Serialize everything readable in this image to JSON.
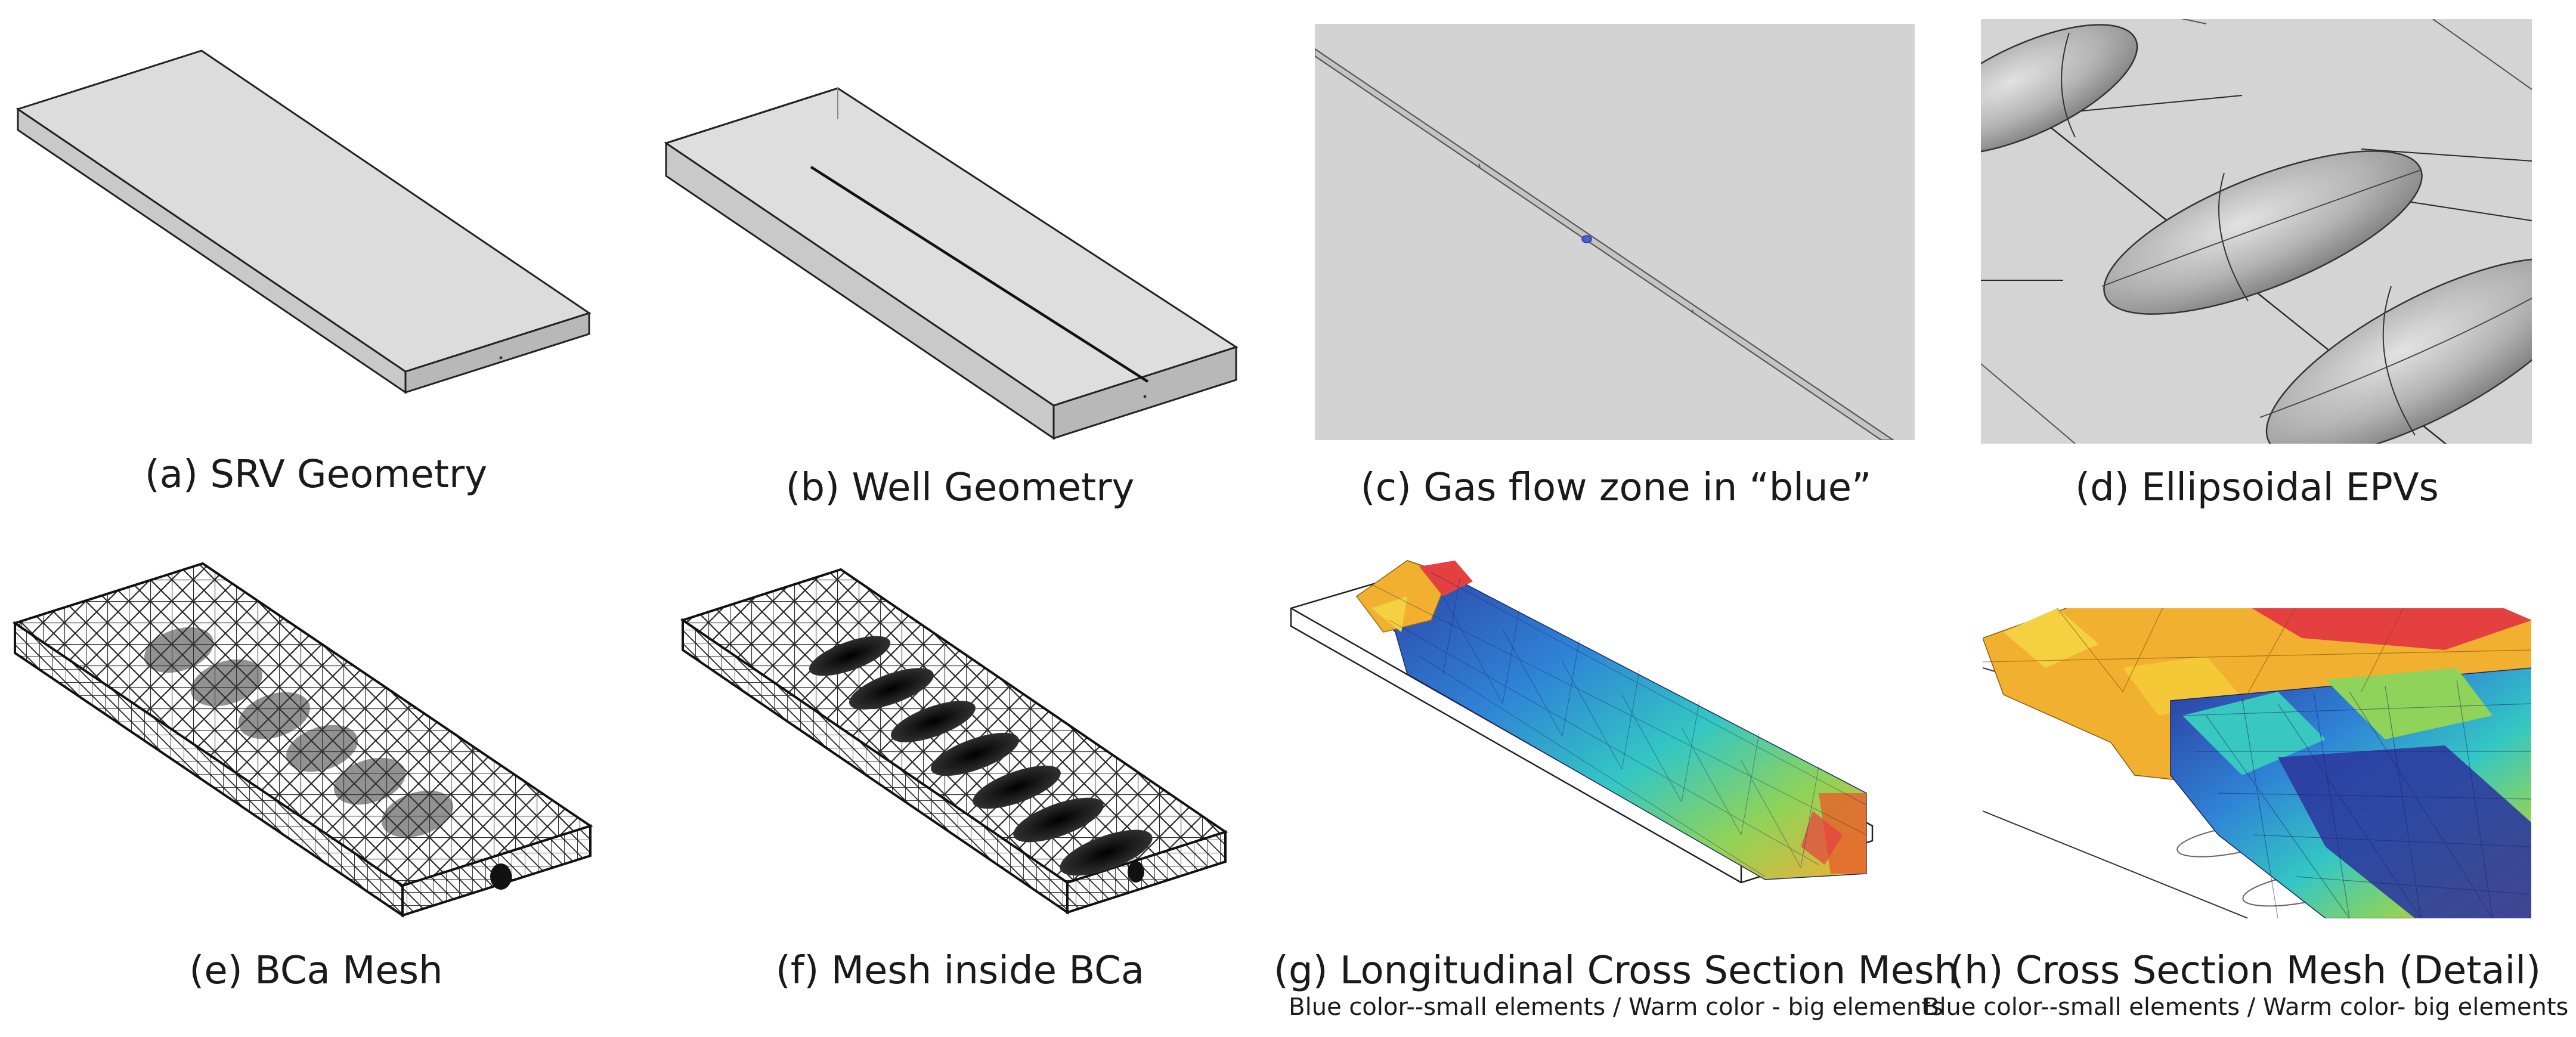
{
  "panels": [
    {
      "id": "a",
      "caption": "(a) SRV Geometry"
    },
    {
      "id": "b",
      "caption": "(b) Well Geometry"
    },
    {
      "id": "c",
      "caption": "(c) Gas flow zone in “blue”"
    },
    {
      "id": "d",
      "caption": "(d) Ellipsoidal EPVs"
    },
    {
      "id": "e",
      "caption": "(e) BCa Mesh"
    },
    {
      "id": "f",
      "caption": "(f) Mesh inside BCa"
    },
    {
      "id": "g",
      "caption": "(g) Longitudinal Cross Section Mesh",
      "subcaption": "Blue color--small elements / Warm color - big elements"
    },
    {
      "id": "h",
      "caption": "(h) Cross Section Mesh (Detail)",
      "subcaption": "Blue color--small elements / Warm color- big elements"
    }
  ],
  "colors": {
    "block_top": "#dedede",
    "block_side": "#c8c8c8",
    "background_panel": "#d3d3d3",
    "ellipsoid": "#b5b5b5",
    "edge": "#1b1b1b",
    "gas_zone": "#4a5ad8",
    "small_elements": "#2b3aa0",
    "mid_elements": "#2ec4c8",
    "warm_elements": "#f2b030",
    "big_elements": "#e54040"
  }
}
